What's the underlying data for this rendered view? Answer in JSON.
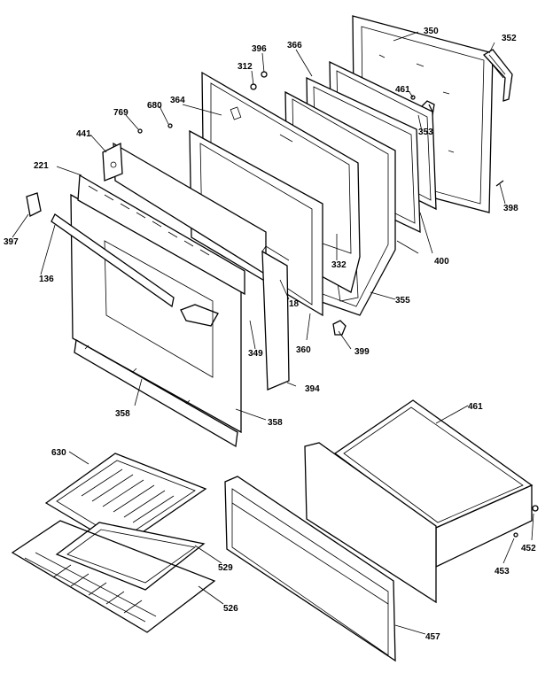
{
  "labels": {
    "l350": "350",
    "l352": "352",
    "l396": "396",
    "l366": "366",
    "l312": "312",
    "l461a": "461",
    "l364": "364",
    "l680": "680",
    "l769": "769",
    "l353": "353",
    "l441": "441",
    "l221": "221",
    "l398": "398",
    "l397": "397",
    "l332": "332",
    "l400": "400",
    "l136": "136",
    "l18": "18",
    "l355": "355",
    "l360": "360",
    "l349": "349",
    "l399": "399",
    "l394": "394",
    "l358a": "358",
    "l358b": "358",
    "l461b": "461",
    "l630": "630",
    "l529": "529",
    "l452": "452",
    "l453": "453",
    "l526": "526",
    "l457": "457"
  }
}
